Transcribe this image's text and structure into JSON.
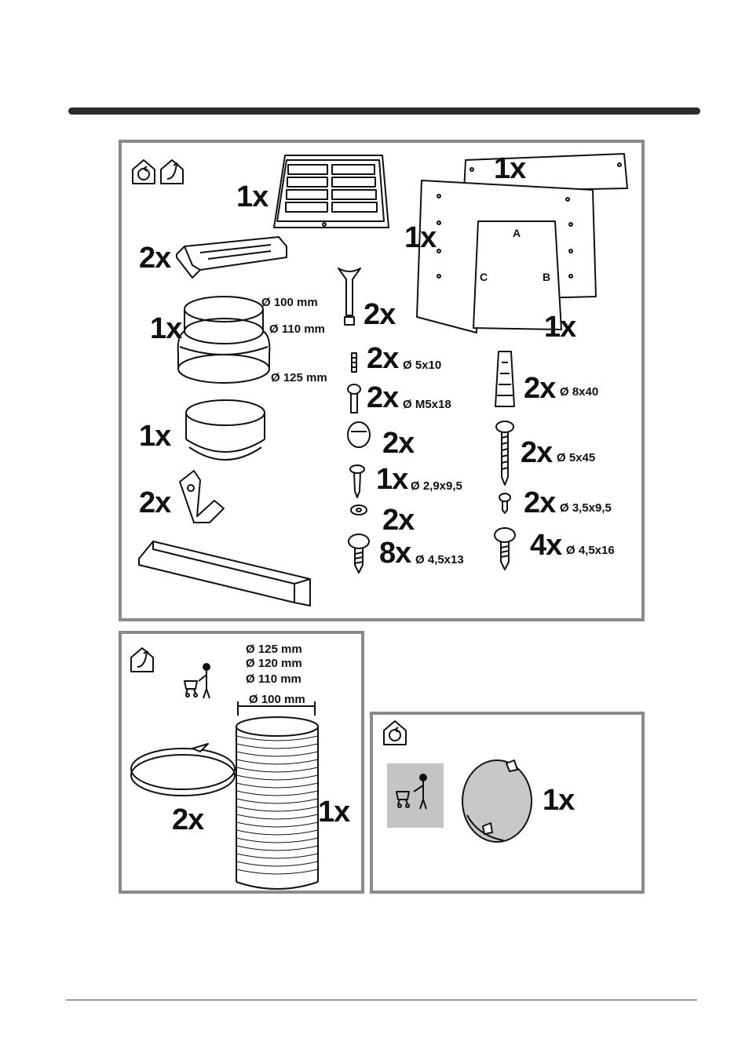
{
  "main_panel": {
    "items": [
      {
        "qty": "1x",
        "name": "grease filter grille"
      },
      {
        "qty": "2x",
        "name": "bracket"
      },
      {
        "qty": "1x",
        "dims": [
          "Ø 100 mm",
          "Ø 110 mm",
          "Ø 125 mm"
        ]
      },
      {
        "qty": "1x",
        "name": "collar"
      },
      {
        "qty": "2x",
        "name": "clip"
      },
      {
        "qty": "2x",
        "name": "spacer pin"
      },
      {
        "qty": "2x",
        "dim": "Ø 5x10"
      },
      {
        "qty": "2x",
        "dim": "Ø M5x18"
      },
      {
        "qty": "2x",
        "name": "knob"
      },
      {
        "qty": "1x",
        "dim": "Ø 2,9x9,5"
      },
      {
        "qty": "2x",
        "name": "washer"
      },
      {
        "qty": "8x",
        "dim": "Ø 4,5x13"
      },
      {
        "qty": "2x",
        "dim": "Ø 8x40"
      },
      {
        "qty": "2x",
        "dim": "Ø 5x45"
      },
      {
        "qty": "2x",
        "dim": "Ø 3,5x9,5"
      },
      {
        "qty": "4x",
        "dim": "Ø 4,5x16"
      },
      {
        "qty": "1x",
        "name": "template top"
      },
      {
        "qty": "1x",
        "name": "template left"
      },
      {
        "qty": "1x",
        "name": "template bottom"
      }
    ],
    "template_letters": [
      "A",
      "B",
      "C"
    ]
  },
  "duct_panel": {
    "dims": [
      "Ø 125 mm",
      "Ø 120 mm",
      "Ø 110 mm",
      "Ø 100 mm"
    ],
    "clamp_qty": "2x",
    "hose_qty": "1x"
  },
  "filter_panel": {
    "qty": "1x"
  },
  "colors": {
    "border": "#8a8a8a",
    "shop_bg": "#c4c4c4",
    "rule": "#2b2b2b"
  }
}
